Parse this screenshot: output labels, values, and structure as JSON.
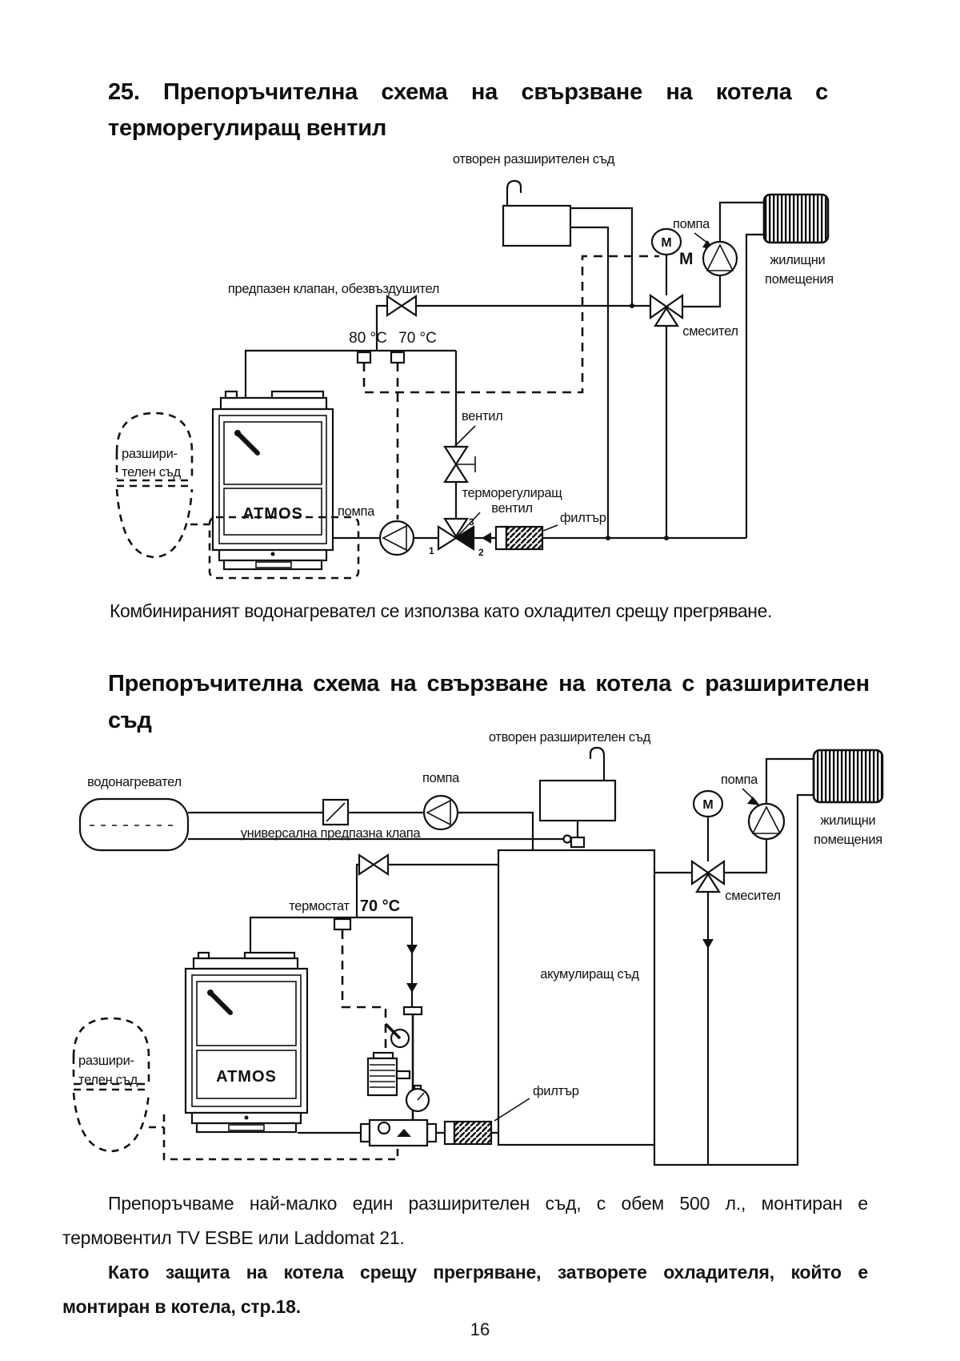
{
  "colors": {
    "ink": "#111111",
    "paper": "#ffffff"
  },
  "page": {
    "number": "16"
  },
  "section1": {
    "title_line1": "25. Препоръчителна схема на свързване на котела с",
    "title_line2": "терморегулиращ вентил",
    "caption": "Комбинираният водонагревател се използва като охладител срещу прегряване."
  },
  "section2": {
    "title_line1": "Препоръчителна схема на свързване на котела с разширителен",
    "title_line2": "съд",
    "para1_line1": "Препоръчваме най-малко един разширителен съд, с обем 500 л., монтиран е",
    "para1_line2": "термовентил TV ESBE или Laddomat 21.",
    "para2_line1": "Като защита на котела срещу прегряване, затворете охладителя, който е",
    "para2_line2": "монтиран в котела, стр.18."
  },
  "diagram1": {
    "labels": {
      "open_tank": "отворен разширителен съд",
      "pump_heating": "помпа",
      "pump_boiler": "помпа",
      "safety_valve": "предпазен клапан, обезвъздушител",
      "temp80": "80 °C",
      "temp70": "70 °C",
      "valve": "вентил",
      "thermo_valve_line1": "терморегулиращ",
      "thermo_valve_line2": "вентил",
      "filter": "филтър",
      "mixer": "смесител",
      "motor": "M",
      "motor_mark": "М",
      "rooms_line1": "жилищни",
      "rooms_line2": "помещения",
      "boiler": "ATMOS",
      "exp_tank_line1": "разшири-",
      "exp_tank_line2": "телен съд",
      "port1": "1",
      "port2": "2",
      "port3": "3"
    }
  },
  "diagram2": {
    "labels": {
      "open_tank": "отворен разширителен съд",
      "water_heater": "водонагревател",
      "pump_boiler": "помпа",
      "pump_heating": "помпа",
      "universal_valve": "универсална предпазна клапа",
      "thermostat": "термостат",
      "temp70": "70 °C",
      "accumulator": "акумулиращ съд",
      "filter": "филтър",
      "mixer": "смесител",
      "motor": "M",
      "rooms_line1": "жилищни",
      "rooms_line2": "помещения",
      "boiler": "ATMOS",
      "exp_tank_line1": "разшири-",
      "exp_tank_line2": "телен съд"
    }
  }
}
